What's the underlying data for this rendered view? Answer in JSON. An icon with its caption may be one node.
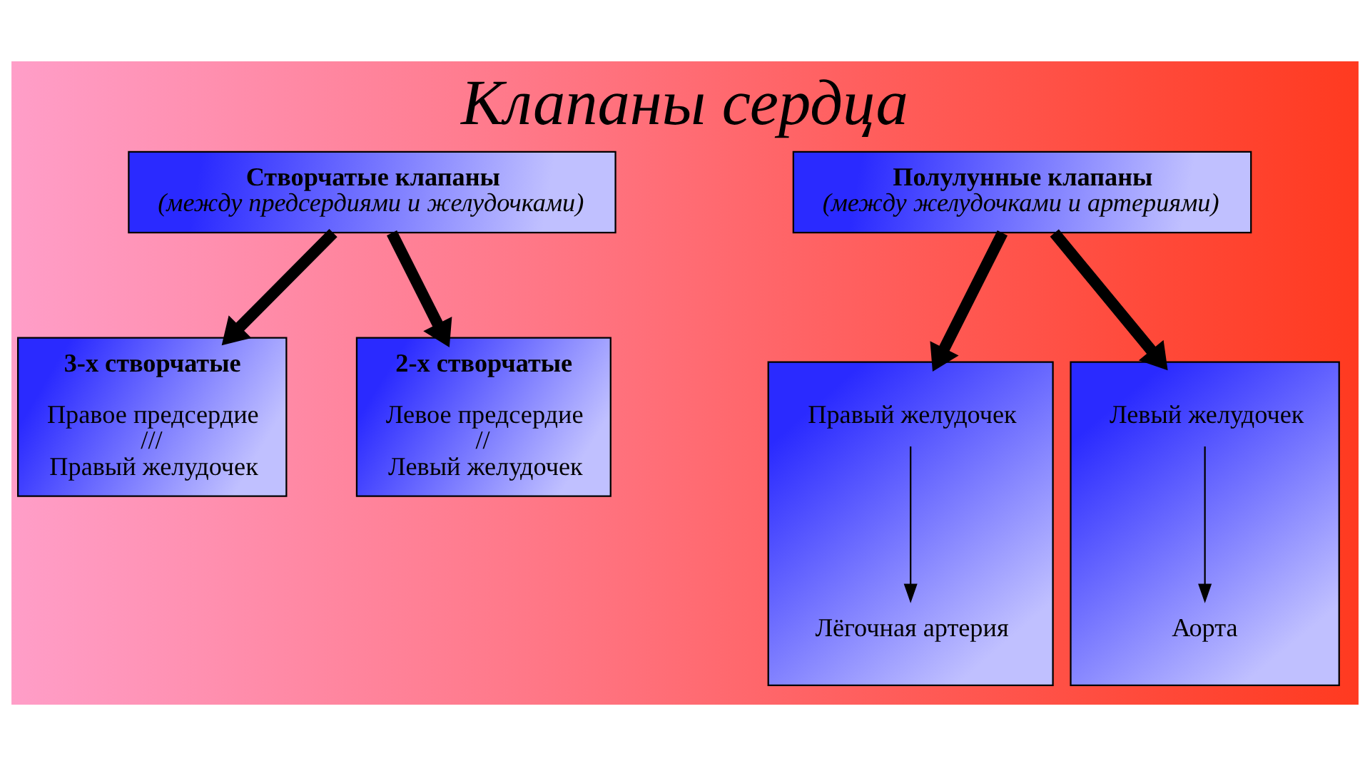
{
  "diagram": {
    "title": "Клапаны сердца",
    "nodes": [
      {
        "text": [
          "Створчатые клапаны",
          "(между предсердиями и желудочками)"
        ]
      },
      {
        "text": [
          "Полулунные клапаны",
          "(между желудочками и артериями)"
        ]
      },
      {
        "text": [
          "3-х створчатые",
          "Правое предсердие",
          "///",
          "Правый желудочек"
        ]
      },
      {
        "text": [
          "2-х створчатые",
          "Левое предсердие",
          "//",
          "Левый желудочек"
        ]
      },
      {
        "text": [],
        "shape": "box"
      },
      {
        "text": [
          "Правый желудочек"
        ],
        "in": 4
      },
      {
        "text": [
          "Лёгочная артерия"
        ],
        "in": 4
      },
      {
        "text": [],
        "shape": "box"
      },
      {
        "text": [
          "Левый желудочек"
        ],
        "in": 7
      },
      {
        "text": [
          "Аорта"
        ],
        "in": 7
      }
    ],
    "edges": [
      {
        "from": 0,
        "to": 2,
        "arrow": "to"
      },
      {
        "from": 0,
        "to": 3,
        "arrow": "to"
      },
      {
        "from": 1,
        "to": 4,
        "arrow": "to"
      },
      {
        "from": 1,
        "to": 7,
        "arrow": "to"
      },
      {
        "from": 5,
        "to": 6,
        "arrow": "to"
      },
      {
        "from": 8,
        "to": 9,
        "arrow": "to"
      }
    ]
  }
}
